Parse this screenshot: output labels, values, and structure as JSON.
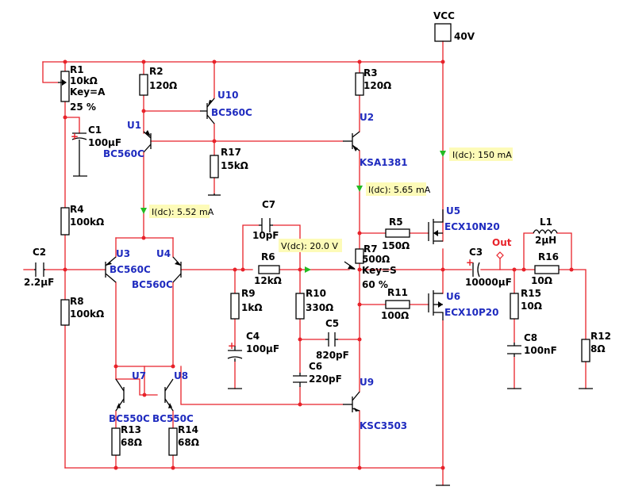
{
  "vcc": {
    "name": "VCC",
    "value": "40V"
  },
  "out_label": "Out",
  "resistors": {
    "r1": {
      "ref": "R1",
      "value": "10kΩ",
      "key": "Key=A",
      "setting": "25 %"
    },
    "r2": {
      "ref": "R2",
      "value": "120Ω"
    },
    "r3": {
      "ref": "R3",
      "value": "120Ω"
    },
    "r4": {
      "ref": "R4",
      "value": "100kΩ"
    },
    "r5": {
      "ref": "R5",
      "value": "150Ω"
    },
    "r6": {
      "ref": "R6",
      "value": "12kΩ"
    },
    "r7": {
      "ref": "R7",
      "value": "500Ω",
      "key": "Key=S",
      "setting": "60 %"
    },
    "r8": {
      "ref": "R8",
      "value": "100kΩ"
    },
    "r9": {
      "ref": "R9",
      "value": "1kΩ"
    },
    "r10": {
      "ref": "R10",
      "value": "330Ω"
    },
    "r11": {
      "ref": "R11",
      "value": "100Ω"
    },
    "r12": {
      "ref": "R12",
      "value": "8Ω"
    },
    "r13": {
      "ref": "R13",
      "value": "68Ω"
    },
    "r14": {
      "ref": "R14",
      "value": "68Ω"
    },
    "r15": {
      "ref": "R15",
      "value": "10Ω"
    },
    "r16": {
      "ref": "R16",
      "value": "10Ω"
    },
    "r17": {
      "ref": "R17",
      "value": "15kΩ"
    }
  },
  "capacitors": {
    "c1": {
      "ref": "C1",
      "value": "100µF"
    },
    "c2": {
      "ref": "C2",
      "value": "2.2µF"
    },
    "c3": {
      "ref": "C3",
      "value": "10000µF"
    },
    "c4": {
      "ref": "C4",
      "value": "100µF"
    },
    "c5": {
      "ref": "C5",
      "value": "820pF"
    },
    "c6": {
      "ref": "C6",
      "value": "220pF"
    },
    "c7": {
      "ref": "C7",
      "value": "10pF"
    },
    "c8": {
      "ref": "C8",
      "value": "100nF"
    }
  },
  "inductor": {
    "l1": {
      "ref": "L1",
      "value": "2µH"
    }
  },
  "transistors": {
    "u1": {
      "ref": "U1",
      "part": "BC560C"
    },
    "u2": {
      "ref": "U2",
      "part": "KSA1381"
    },
    "u3": {
      "ref": "U3",
      "part": "BC560C"
    },
    "u4": {
      "ref": "U4",
      "part": "BC560C"
    },
    "u5": {
      "ref": "U5",
      "part": "ECX10N20"
    },
    "u6": {
      "ref": "U6",
      "part": "ECX10P20"
    },
    "u7": {
      "ref": "U7",
      "part": "BC550C"
    },
    "u8": {
      "ref": "U8",
      "part": "BC550C"
    },
    "u9": {
      "ref": "U9",
      "part": "KSC3503"
    },
    "u10": {
      "ref": "U10",
      "part": "BC560C"
    }
  },
  "probes": {
    "p1": "I(dc): 150 mA",
    "p2": "I(dc): 5.65 mA",
    "p3": "I(dc): 5.52 mA",
    "p4": "V(dc): 20.0 V"
  },
  "colors": {
    "wire": "#e8222a",
    "component": "#000000",
    "part_label": "#1f2bbf",
    "probe_bg": "#fdfbb8",
    "probe_arrow": "#22bb22"
  }
}
